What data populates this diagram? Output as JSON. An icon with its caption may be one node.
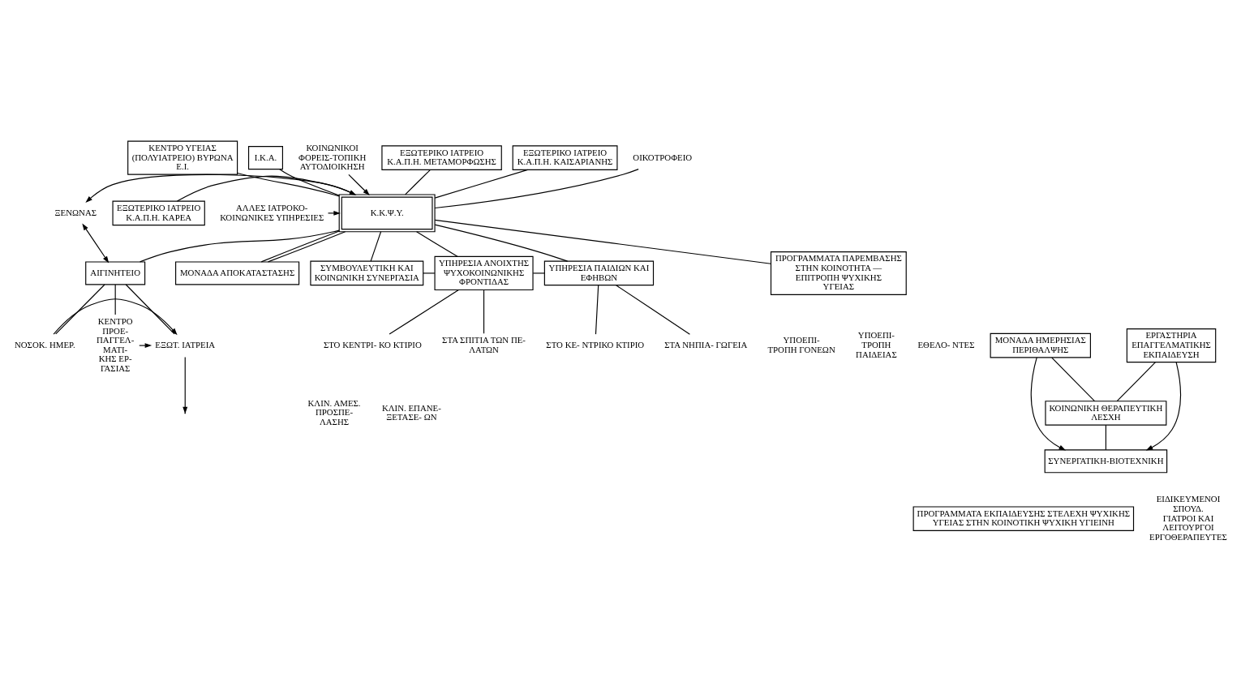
{
  "diagram": {
    "nodes": [
      {
        "text": [
          "ΚΕΝΤΡΟ ΥΓΕΙΑΣ (ΠΟΛΥΙΑΤΡΕΙΟ) ΒΥΡΩΝΑ Ε.Ι."
        ]
      },
      {
        "text": [
          "Ι.Κ.Α."
        ]
      },
      {
        "text": [
          "ΚΟΙΝΩΝΙΚΟΙ ΦΟΡΕΙΣ-ΤΟΠΙΚΗ ΑΥΤΟΔΙΟΙΚΗΣΗ"
        ]
      },
      {
        "text": [
          "ΕΞΩΤΕΡΙΚΟ ΙΑΤΡΕΙΟ Κ.Α.Π.Η. ΜΕΤΑΜΟΡΦΩΣΗΣ"
        ]
      },
      {
        "text": [
          "ΕΞΩΤΕΡΙΚΟ ΙΑΤΡΕΙΟ Κ.Α.Π.Η. ΚΑΙΣΑΡΙΑΝΗΣ"
        ]
      },
      {
        "text": [
          "ΟΙΚΟΤΡΟΦΕΙΟ"
        ]
      },
      {
        "text": [
          "ΞΕΝΩΝΑΣ"
        ]
      },
      {
        "text": [
          "ΕΞΩΤΕΡΙΚΟ ΙΑΤΡΕΙΟ Κ.Α.Π.Η. ΚΑΡΕΑ"
        ]
      },
      {
        "text": [
          "Κ.Κ.Ψ.Υ."
        ]
      },
      {
        "text": [
          "ΑΙΓΙΝΗΤΕΙΟ"
        ]
      },
      {
        "text": [
          "ΑΛΛΕΣ ΙΑΤΡΟΚΟ- ΚΟΙΝΩΝΙΚΕΣ ΥΠΗΡΕΣΙΕΣ"
        ]
      },
      {
        "text": [
          "ΜΟΝΑΔΑ ΑΠΟΚΑΤΑΣΤΑΣΗΣ"
        ]
      },
      {
        "text": [
          "ΣΥΜΒΟΥΛΕΥΤΙΚΗ ΚΑΙ ΚΟΙΝΩΝΙΚΗ ΣΥΝΕΡΓΑΣΙΑ"
        ]
      },
      {
        "text": [
          "ΥΠΗΡΕΣΙΑ ΑΝΟΙΧΤΗΣ ΨΥΧΟΚΟΙΝΩΝΙΚΗΣ ΦΡΟΝΤΙΔΑΣ"
        ]
      },
      {
        "text": [
          "ΥΠΗΡΕΣΙΑ ΠΑΙΔΙΩΝ ΚΑΙ ΕΦΗΒΩΝ"
        ]
      },
      {
        "text": [
          "ΜΟΝΑΔΑ ΗΜΕΡΗΣΙΑΣ ΠΕΡΙΘΑΛΨΗΣ"
        ]
      },
      {
        "text": [
          "ΕΡΓΑΣΤΗΡΙΑ ΕΠΑΓΓΕΛΜΑΤΙΚΗΣ ΕΚΠΑΙΔΕΥΣΗ"
        ]
      },
      {
        "text": [
          "ΕΞΩΤ. ΙΑΤΡΕΙΑ"
        ]
      },
      {
        "text": [
          "ΝΟΣΟΚ. ΗΜΕΡ."
        ]
      },
      {
        "text": [
          "ΚΕΝΤΡΟ ΠΡΟΕ- ΠΑΓΓΕΛ- ΜΑΤΙ- ΚΗΣ ΕΡ- ΓΑΣΙΑΣ"
        ]
      },
      {
        "text": [
          "ΠΡΟΓΡΑΜΜΑΤΑ ΠΑΡΕΜΒΑΣΗΣ ΣΤΗΝ ΚΟΙΝΟΤΗΤΑ — ΕΠΙΤΡΟΠΗ ΨΥΧΙΚΗΣ ΥΓΕΙΑΣ"
        ]
      },
      {
        "text": [
          "ΣΤΟ ΚΕΝΤΡΙ- ΚΟ ΚΤΙΡΙΟ"
        ]
      },
      {
        "text": [
          "ΣΤΑ ΣΠΙΤΙΑ ΤΩΝ ΠΕ- ΛΑΤΩΝ"
        ]
      },
      {
        "text": [
          "ΣΤΟ ΚΕ- ΝΤΡΙΚΟ ΚΤΙΡΙΟ"
        ]
      },
      {
        "text": [
          "ΣΤΑ ΝΗΠΙΑ- ΓΩΓΕΙΑ"
        ]
      },
      {
        "text": [
          "ΚΟΙΝΩΝΙΚΗ ΘΕΡΑΠΕΥΤΙΚΗ ΛΕΣΧΗ"
        ]
      },
      {
        "text": [
          "ΣΥΝΕΡΓΑΤΙΚΗ-ΒΙΟΤΕΧΝΙΚΗ"
        ]
      },
      {
        "text": [
          "ΠΡΟΓΡΑΜΜΑΤΑ ΕΚΠΑΙΔΕΥΣΗΣ ΣΤΕΛΕΧΗ ΨΥΧΙΚΗΣ ΥΓΕΙΑΣ ΣΤΗΝ ΚΟΙΝΟΤΙΚΗ ΨΥΧΙΚΗ ΥΓΙΕΙΝΗ"
        ]
      }
    ],
    "edges": [
      {
        "from": 0,
        "to": 8,
        "arrow": "none"
      },
      {
        "from": 1,
        "to": 8,
        "arrow": "none"
      },
      {
        "from": 2,
        "to": 8,
        "arrow": "to"
      },
      {
        "from": 3,
        "to": 8,
        "arrow": "none"
      },
      {
        "from": 4,
        "to": 8,
        "arrow": "none"
      },
      {
        "from": 5,
        "to": 8,
        "arrow": "none"
      },
      {
        "from": 6,
        "to": 8,
        "arrow": "both"
      },
      {
        "from": 6,
        "to": 9,
        "arrow": "both"
      },
      {
        "from": 7,
        "to": 8,
        "arrow": "none"
      },
      {
        "from": 10,
        "to": 8,
        "arrow": "to"
      },
      {
        "from": 8,
        "to": 9,
        "arrow": "none"
      },
      {
        "from": 8,
        "to": 20,
        "arrow": "none"
      },
      {
        "from": 8,
        "to": 12,
        "arrow": "none"
      },
      {
        "from": 8,
        "to": 13,
        "arrow": "none"
      },
      {
        "from": 8,
        "to": 14,
        "arrow": "none"
      },
      {
        "from": 8,
        "to": 11,
        "arrow": "none"
      },
      {
        "from": 8,
        "to": 11,
        "arrow": "none"
      },
      {
        "from": 12,
        "to": 13,
        "arrow": "none"
      },
      {
        "from": 13,
        "to": 14,
        "arrow": "none"
      },
      {
        "from": 13,
        "to": 21,
        "arrow": "none"
      },
      {
        "from": 13,
        "to": 22,
        "arrow": "none"
      },
      {
        "from": 14,
        "to": 23,
        "arrow": "none"
      },
      {
        "from": 14,
        "to": 24,
        "arrow": "none"
      },
      {
        "from": 15,
        "to": 26,
        "arrow": "to"
      },
      {
        "from": 16,
        "to": 26,
        "arrow": "to"
      },
      {
        "from": 15,
        "to": 25,
        "arrow": "none"
      },
      {
        "from": 16,
        "to": 25,
        "arrow": "none"
      },
      {
        "from": 25,
        "to": 26,
        "arrow": "none"
      },
      {
        "from": 9,
        "to": 17,
        "arrow": "none"
      },
      {
        "from": 9,
        "to": 18,
        "arrow": "none"
      },
      {
        "from": 9,
        "to": 19,
        "arrow": "none"
      },
      {
        "from": 18,
        "to": 17,
        "arrow": "to"
      },
      {
        "from": 19,
        "to": 17,
        "arrow": "to"
      },
      {
        "from": 17,
        "to": null,
        "arrow": "to"
      }
    ],
    "labels": [
      "ΚΛΙΝ. ΑΜΕΣ. ΠΡΟΣΠΕ- ΛΑΣΗΣ",
      "ΚΛΙΝ. ΕΠΑΝΕ- ΞΕΤΑΣΕ- ΩΝ",
      "ΥΠΟΕΠΙ- ΤΡΟΠΗ ΓΟΝΕΩΝ",
      "ΥΠΟΕΠΙ- ΤΡΟΠΗ ΠΑΙΔΕΙΑΣ",
      "ΕΘΕΛΟ- ΝΤΕΣ",
      "ΕΙΔΙΚΕΥΜΕΝΟΙ ΣΠΟΥΔ. ΓΙΑΤΡΟΙ ΚΑΙ ΛΕΙΤΟΥΡΓΟΙ ΕΡΓΟΘΕΡΑΠΕΥΤΕΣ"
    ]
  }
}
